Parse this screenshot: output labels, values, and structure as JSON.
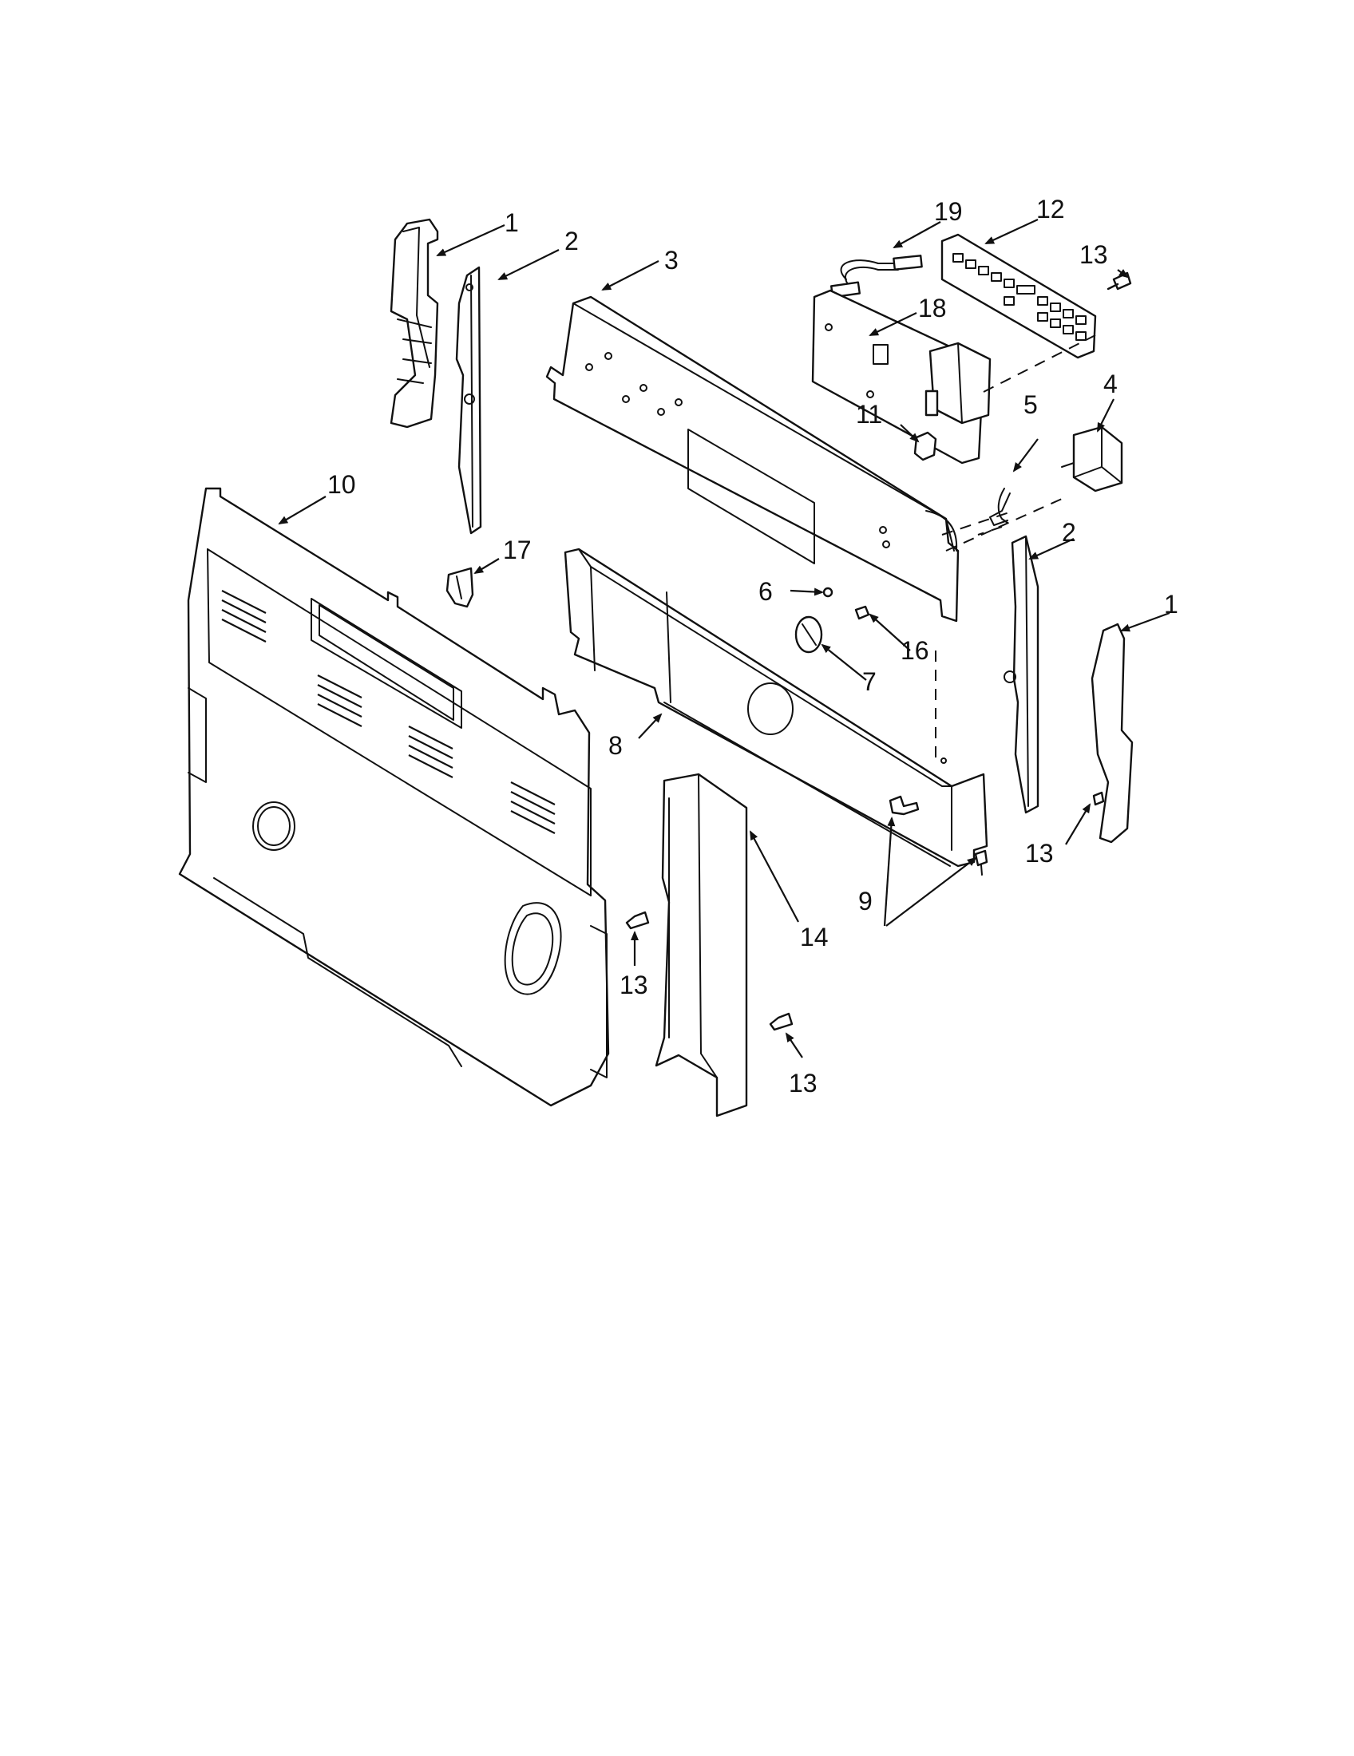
{
  "callouts": [
    {
      "id": "c1a",
      "label": "1"
    },
    {
      "id": "c2a",
      "label": "2"
    },
    {
      "id": "c3",
      "label": "3"
    },
    {
      "id": "c19",
      "label": "19"
    },
    {
      "id": "c12",
      "label": "12"
    },
    {
      "id": "c13a",
      "label": "13"
    },
    {
      "id": "c18",
      "label": "18"
    },
    {
      "id": "c4",
      "label": "4"
    },
    {
      "id": "c5",
      "label": "5"
    },
    {
      "id": "c11",
      "label": "11"
    },
    {
      "id": "c10",
      "label": "10"
    },
    {
      "id": "c17",
      "label": "17"
    },
    {
      "id": "c2b",
      "label": "2"
    },
    {
      "id": "c1b",
      "label": "1"
    },
    {
      "id": "c6",
      "label": "6"
    },
    {
      "id": "c16",
      "label": "16"
    },
    {
      "id": "c7",
      "label": "7"
    },
    {
      "id": "c8",
      "label": "8"
    },
    {
      "id": "c13b",
      "label": "13"
    },
    {
      "id": "c9",
      "label": "9"
    },
    {
      "id": "c14",
      "label": "14"
    },
    {
      "id": "c13c",
      "label": "13"
    },
    {
      "id": "c13d",
      "label": "13"
    }
  ]
}
